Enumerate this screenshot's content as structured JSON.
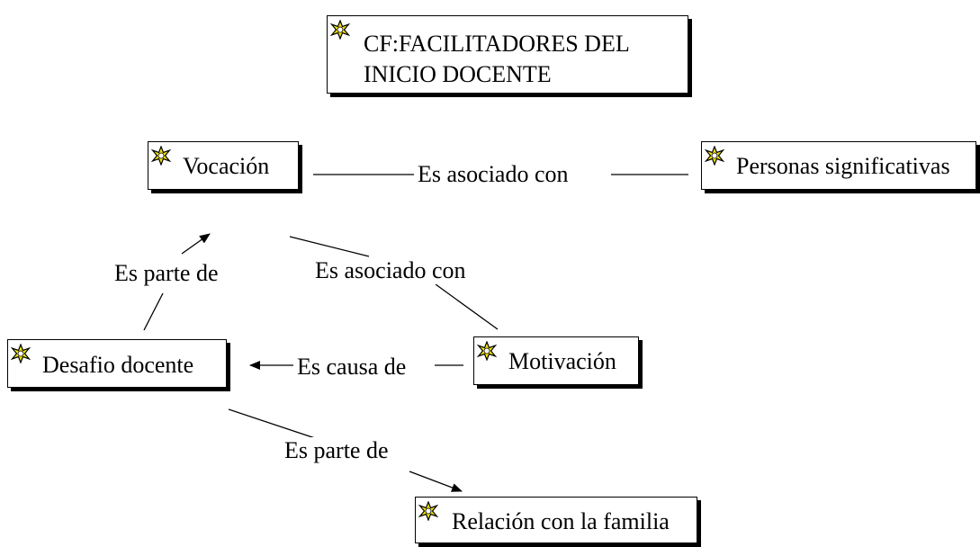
{
  "diagram": {
    "title_node": {
      "label": "CF:FACILITADORES DEL INICIO DOCENTE",
      "icon": "star-burst-icon"
    },
    "nodes": [
      {
        "id": "vocacion",
        "label": "Vocación",
        "icon": "star-burst-icon"
      },
      {
        "id": "personas",
        "label": "Personas significativas",
        "icon": "star-burst-icon"
      },
      {
        "id": "desafio",
        "label": "Desafio docente",
        "icon": "star-burst-icon"
      },
      {
        "id": "motivacion",
        "label": "Motivación",
        "icon": "star-burst-icon"
      },
      {
        "id": "familia",
        "label": "Relación con la familia",
        "icon": "star-burst-icon"
      }
    ],
    "edges": [
      {
        "from": "vocacion",
        "to": "personas",
        "label": "Es asociado con"
      },
      {
        "from": "vocacion",
        "to": "motivacion",
        "label": "Es asociado con"
      },
      {
        "from": "desafio",
        "to": "vocacion",
        "label": "Es parte de"
      },
      {
        "from": "motivacion",
        "to": "desafio",
        "label": "Es causa de"
      },
      {
        "from": "desafio",
        "to": "familia",
        "label": "Es parte de"
      }
    ],
    "colors": {
      "icon_fill": "#f2e40a",
      "icon_stroke": "#000000",
      "line": "#000000",
      "background": "#ffffff"
    }
  }
}
